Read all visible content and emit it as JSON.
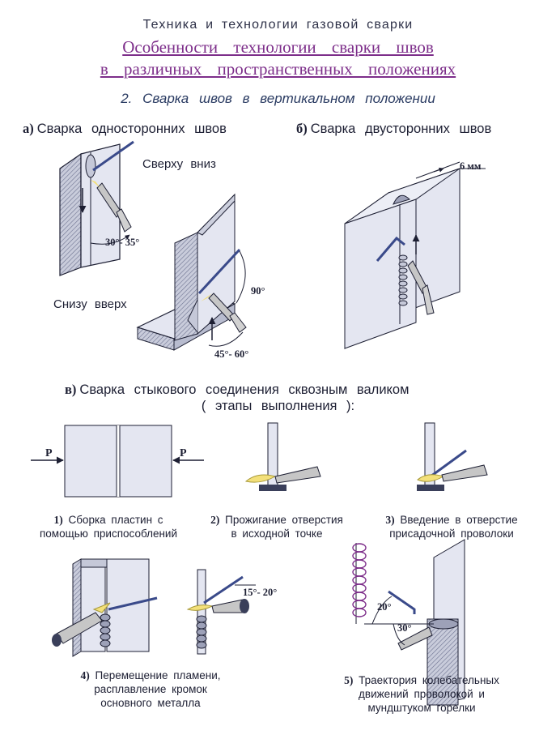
{
  "header": {
    "title": "Техника и технологии газовой сварки",
    "subtitle_line1": "Особенности технологии сварки швов",
    "subtitle_line2": "в различных пространственных положениях",
    "section": "2. Сварка швов в вертикальном положении"
  },
  "part_a": {
    "marker": "а)",
    "title": "Сварка односторонних швов",
    "label_top_down": "Сверху вниз",
    "label_bottom_up": "Снизу вверх",
    "angle_1": "30°- 35°",
    "angle_2": "90°",
    "angle_3": "45°- 60°"
  },
  "part_b": {
    "marker": "б)",
    "title": "Сварка двусторонних швов",
    "dimension": "6 мм"
  },
  "part_c": {
    "marker": "в)",
    "title": "Сварка стыкового соединения сквозным валиком",
    "subtitle": "( этапы выполнения ):",
    "force_label": "P",
    "steps": [
      {
        "num": "1)",
        "line1": "Сборка пластин с",
        "line2": "помощью приспособлений"
      },
      {
        "num": "2)",
        "line1": "Прожигание отверстия",
        "line2": "в исходной точке"
      },
      {
        "num": "3)",
        "line1": "Введение в отверстие",
        "line2": "присадочной проволоки"
      },
      {
        "num": "4)",
        "line1": "Перемещение пламени,",
        "line2": "расплавление кромок",
        "line3": "основного металла"
      },
      {
        "num": "5)",
        "line1": "Траектория колебательных",
        "line2": "движений проволокой и",
        "line3": "мундштуком горелки"
      }
    ],
    "angle_4": "15°- 20°",
    "angle_5": "20°",
    "angle_6": "30°"
  },
  "colors": {
    "subtitle": "#7d2e8a",
    "text": "#1d1f33",
    "plate_light": "#e4e6f1",
    "plate_dark": "#b8bccf",
    "wire": "#3a4a8a",
    "flame": "#f3e07a"
  }
}
